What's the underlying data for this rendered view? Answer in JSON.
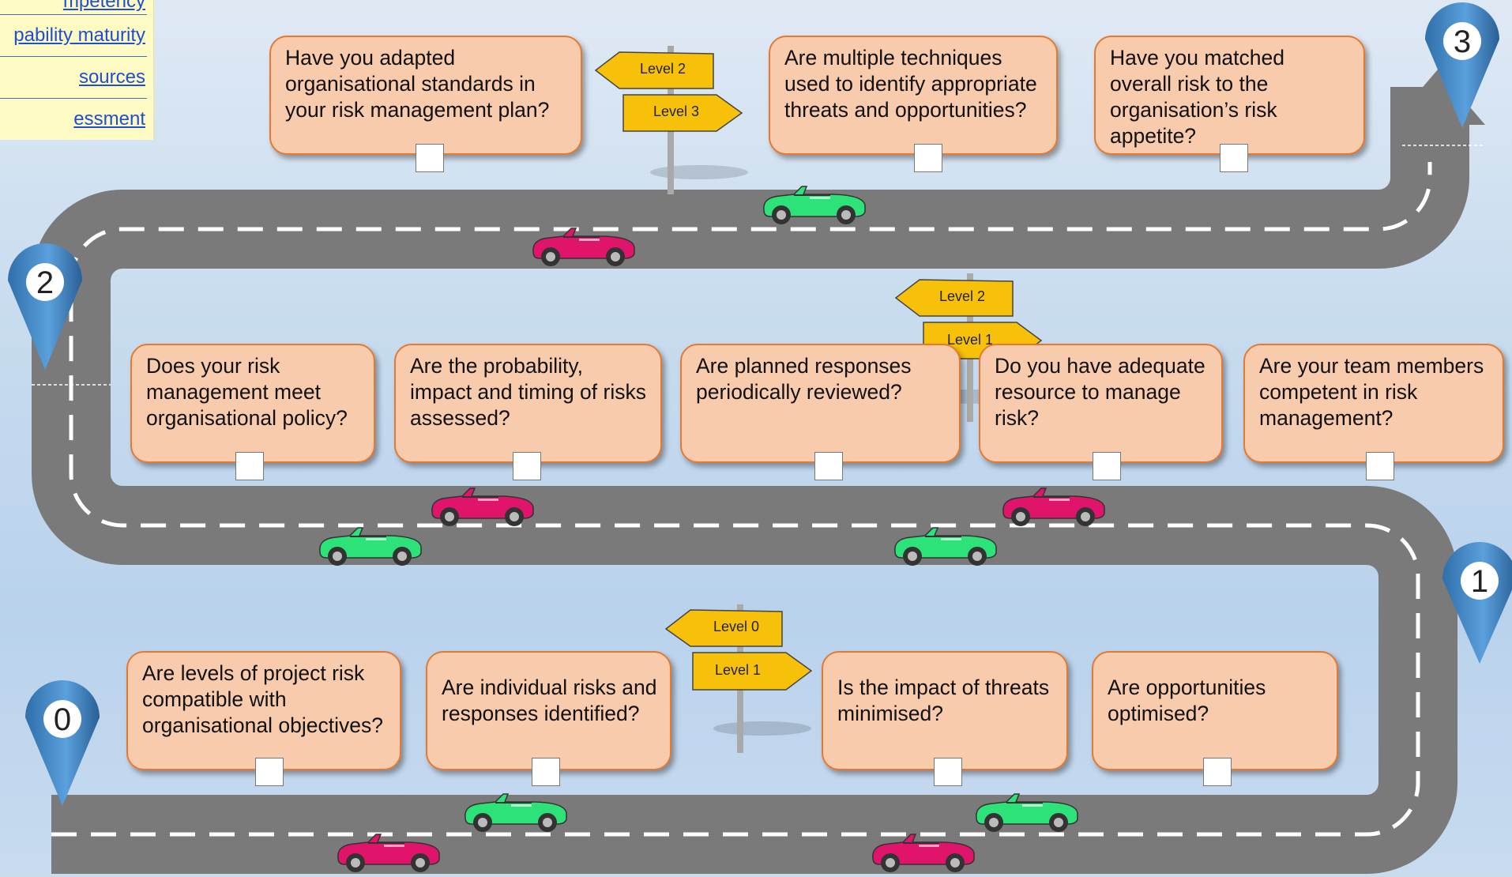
{
  "nav": {
    "links": [
      "mpetency",
      "pability maturity",
      "sources",
      "essment"
    ]
  },
  "milestones": [
    "0",
    "1",
    "2",
    "3"
  ],
  "signs": {
    "bottom": [
      "Level 0",
      "Level 1"
    ],
    "middle": [
      "Level 2",
      "Level 1"
    ],
    "top": [
      "Level 2",
      "Level 3"
    ]
  },
  "questions": {
    "row_bottom": [
      "Are levels of project risk compatible with organisational objectives?",
      "Are individual risks and responses identified?",
      "Is the impact of threats minimised?",
      "Are opportunities optimised?"
    ],
    "row_middle": [
      "Does your risk management meet organisational policy?",
      "Are the probability, impact and timing of risks assessed?",
      "Are planned responses periodically reviewed?",
      "Do you have adequate resource to manage risk?",
      "Are your team members competent in risk management?"
    ],
    "row_top": [
      "Have you adapted organisational standards in your risk management plan?",
      "Are multiple techniques used to identify appropriate threats and opportunities?",
      "Have you matched overall risk to the organisation’s risk appetite?"
    ]
  },
  "colors": {
    "road": "#7a7a7a",
    "box_fill": "#f8cbad",
    "box_border": "#e47a32",
    "sign": "#f7c10a",
    "pin": "#3f86c7",
    "car_green": "#2ee27a",
    "car_pink": "#e0146a"
  }
}
